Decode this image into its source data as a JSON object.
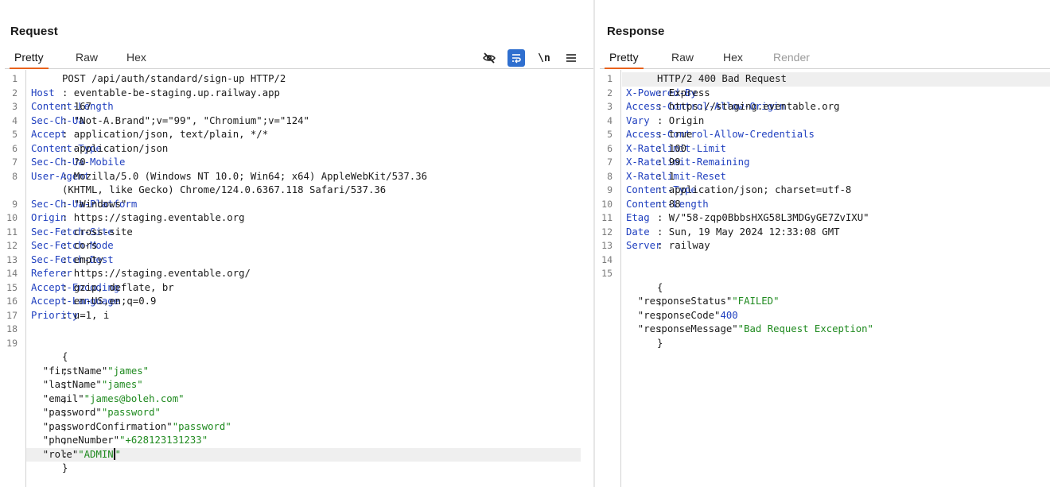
{
  "request": {
    "title": "Request",
    "tabs": [
      "Pretty",
      "Raw",
      "Hex"
    ],
    "active_tab": "Pretty",
    "toolbar_icons": [
      "hide-whitespace-icon",
      "wrap-lines-icon",
      "newline-icon",
      "menu-icon"
    ],
    "newline_label": "\\n",
    "lines": [
      {
        "n": "1",
        "parts": [
          {
            "t": "POST /api/auth/standard/sign-up HTTP/2",
            "c": "txt"
          }
        ]
      },
      {
        "n": "2",
        "parts": [
          {
            "t": "Host",
            "c": "hk"
          },
          {
            "t": ": eventable-be-staging.up.railway.app",
            "c": "txt"
          }
        ]
      },
      {
        "n": "3",
        "parts": [
          {
            "t": "Content-Length",
            "c": "hk"
          },
          {
            "t": ": 167",
            "c": "txt"
          }
        ]
      },
      {
        "n": "4",
        "parts": [
          {
            "t": "Sec-Ch-Ua",
            "c": "hk"
          },
          {
            "t": ": \"Not-A.Brand\";v=\"99\", \"Chromium\";v=\"124\"",
            "c": "txt"
          }
        ]
      },
      {
        "n": "5",
        "parts": [
          {
            "t": "Accept",
            "c": "hk"
          },
          {
            "t": ": application/json, text/plain, */*",
            "c": "txt"
          }
        ]
      },
      {
        "n": "6",
        "parts": [
          {
            "t": "Content-Type",
            "c": "hk"
          },
          {
            "t": ": application/json",
            "c": "txt"
          }
        ]
      },
      {
        "n": "7",
        "parts": [
          {
            "t": "Sec-Ch-Ua-Mobile",
            "c": "hk"
          },
          {
            "t": ": ?0",
            "c": "txt"
          }
        ]
      },
      {
        "n": "8",
        "parts": [
          {
            "t": "User-Agent",
            "c": "hk"
          },
          {
            "t": ": Mozilla/5.0 (Windows NT 10.0; Win64; x64) AppleWebKit/537.36",
            "c": "txt"
          }
        ]
      },
      {
        "n": "",
        "parts": [
          {
            "t": "(KHTML, like Gecko) Chrome/124.0.6367.118 Safari/537.36",
            "c": "txt"
          }
        ]
      },
      {
        "n": "9",
        "parts": [
          {
            "t": "Sec-Ch-Ua-Platform",
            "c": "hk"
          },
          {
            "t": ": \"Windows\"",
            "c": "txt"
          }
        ]
      },
      {
        "n": "10",
        "parts": [
          {
            "t": "Origin",
            "c": "hk"
          },
          {
            "t": ": https://staging.eventable.org",
            "c": "txt"
          }
        ]
      },
      {
        "n": "11",
        "parts": [
          {
            "t": "Sec-Fetch-Site",
            "c": "hk"
          },
          {
            "t": ": cross-site",
            "c": "txt"
          }
        ]
      },
      {
        "n": "12",
        "parts": [
          {
            "t": "Sec-Fetch-Mode",
            "c": "hk"
          },
          {
            "t": ": cors",
            "c": "txt"
          }
        ]
      },
      {
        "n": "13",
        "parts": [
          {
            "t": "Sec-Fetch-Dest",
            "c": "hk"
          },
          {
            "t": ": empty",
            "c": "txt"
          }
        ]
      },
      {
        "n": "14",
        "parts": [
          {
            "t": "Referer",
            "c": "hk"
          },
          {
            "t": ": https://staging.eventable.org/",
            "c": "txt"
          }
        ]
      },
      {
        "n": "15",
        "parts": [
          {
            "t": "Accept-Encoding",
            "c": "hk"
          },
          {
            "t": ": gzip, deflate, br",
            "c": "txt"
          }
        ]
      },
      {
        "n": "16",
        "parts": [
          {
            "t": "Accept-Language",
            "c": "hk"
          },
          {
            "t": ": en-US,en;q=0.9",
            "c": "txt"
          }
        ]
      },
      {
        "n": "17",
        "parts": [
          {
            "t": "Priority",
            "c": "hk"
          },
          {
            "t": ": u=1, i",
            "c": "txt"
          }
        ]
      },
      {
        "n": "18",
        "parts": []
      },
      {
        "n": "19",
        "parts": []
      },
      {
        "n": "",
        "parts": [
          {
            "t": "{",
            "c": "txt"
          }
        ]
      },
      {
        "n": "",
        "parts": [
          {
            "t": "  \"firstName\"",
            "c": "jk"
          },
          {
            "t": ":",
            "c": "txt"
          },
          {
            "t": "\"james\"",
            "c": "js"
          },
          {
            "t": ",",
            "c": "txt"
          }
        ]
      },
      {
        "n": "",
        "parts": [
          {
            "t": "  \"lastName\"",
            "c": "jk"
          },
          {
            "t": ":",
            "c": "txt"
          },
          {
            "t": "\"james\"",
            "c": "js"
          },
          {
            "t": ",",
            "c": "txt"
          }
        ]
      },
      {
        "n": "",
        "parts": [
          {
            "t": "  \"email\"",
            "c": "jk"
          },
          {
            "t": ":",
            "c": "txt"
          },
          {
            "t": "\"james@boleh.com\"",
            "c": "js"
          },
          {
            "t": ",",
            "c": "txt"
          }
        ]
      },
      {
        "n": "",
        "parts": [
          {
            "t": "  \"password\"",
            "c": "jk"
          },
          {
            "t": ":",
            "c": "txt"
          },
          {
            "t": "\"password\"",
            "c": "js"
          },
          {
            "t": ",",
            "c": "txt"
          }
        ]
      },
      {
        "n": "",
        "parts": [
          {
            "t": "  \"passwordConfirmation\"",
            "c": "jk"
          },
          {
            "t": ":",
            "c": "txt"
          },
          {
            "t": "\"password\"",
            "c": "js"
          },
          {
            "t": ",",
            "c": "txt"
          }
        ]
      },
      {
        "n": "",
        "parts": [
          {
            "t": "  \"phoneNumber\"",
            "c": "jk"
          },
          {
            "t": ":",
            "c": "txt"
          },
          {
            "t": "\"+628123131233\"",
            "c": "js"
          },
          {
            "t": ",",
            "c": "txt"
          }
        ]
      },
      {
        "n": "",
        "current": true,
        "parts": [
          {
            "t": "  \"role\"",
            "c": "jk"
          },
          {
            "t": ":",
            "c": "txt"
          },
          {
            "t": "\"ADMIN",
            "c": "js"
          },
          {
            "t": "|caret|",
            "c": "caret"
          },
          {
            "t": "\"",
            "c": "js"
          }
        ]
      },
      {
        "n": "",
        "parts": [
          {
            "t": "}",
            "c": "txt"
          }
        ]
      }
    ]
  },
  "response": {
    "title": "Response",
    "tabs": [
      "Pretty",
      "Raw",
      "Hex",
      "Render"
    ],
    "active_tab": "Pretty",
    "disabled_tabs": [
      "Render"
    ],
    "lines": [
      {
        "n": "1",
        "current": true,
        "parts": [
          {
            "t": "HTTP/2 400 Bad Request",
            "c": "txt"
          }
        ]
      },
      {
        "n": "2",
        "parts": [
          {
            "t": "X-Powered-By",
            "c": "hk"
          },
          {
            "t": ": Express",
            "c": "txt"
          }
        ]
      },
      {
        "n": "3",
        "parts": [
          {
            "t": "Access-Control-Allow-Origin",
            "c": "hk"
          },
          {
            "t": ": https://staging.eventable.org",
            "c": "txt"
          }
        ]
      },
      {
        "n": "4",
        "parts": [
          {
            "t": "Vary",
            "c": "hk"
          },
          {
            "t": ": Origin",
            "c": "txt"
          }
        ]
      },
      {
        "n": "5",
        "parts": [
          {
            "t": "Access-Control-Allow-Credentials",
            "c": "hk"
          },
          {
            "t": ": true",
            "c": "txt"
          }
        ]
      },
      {
        "n": "6",
        "parts": [
          {
            "t": "X-Ratelimit-Limit",
            "c": "hk"
          },
          {
            "t": ": 100",
            "c": "txt"
          }
        ]
      },
      {
        "n": "7",
        "parts": [
          {
            "t": "X-Ratelimit-Remaining",
            "c": "hk"
          },
          {
            "t": ": 99",
            "c": "txt"
          }
        ]
      },
      {
        "n": "8",
        "parts": [
          {
            "t": "X-Ratelimit-Reset",
            "c": "hk"
          },
          {
            "t": ": 1",
            "c": "txt"
          }
        ]
      },
      {
        "n": "9",
        "parts": [
          {
            "t": "Content-Type",
            "c": "hk"
          },
          {
            "t": ": application/json; charset=utf-8",
            "c": "txt"
          }
        ]
      },
      {
        "n": "10",
        "parts": [
          {
            "t": "Content-Length",
            "c": "hk"
          },
          {
            "t": ": 88",
            "c": "txt"
          }
        ]
      },
      {
        "n": "11",
        "parts": [
          {
            "t": "Etag",
            "c": "hk"
          },
          {
            "t": ": W/\"58-zqp0BbbsHXG58L3MDGyGE7ZvIXU\"",
            "c": "txt"
          }
        ]
      },
      {
        "n": "12",
        "parts": [
          {
            "t": "Date",
            "c": "hk"
          },
          {
            "t": ": Sun, 19 May 2024 12:33:08 GMT",
            "c": "txt"
          }
        ]
      },
      {
        "n": "13",
        "parts": [
          {
            "t": "Server",
            "c": "hk"
          },
          {
            "t": ": railway",
            "c": "txt"
          }
        ]
      },
      {
        "n": "14",
        "parts": []
      },
      {
        "n": "15",
        "parts": []
      },
      {
        "n": "",
        "parts": [
          {
            "t": "{",
            "c": "txt"
          }
        ]
      },
      {
        "n": "",
        "parts": [
          {
            "t": "  \"responseStatus\"",
            "c": "jk"
          },
          {
            "t": ":",
            "c": "txt"
          },
          {
            "t": "\"FAILED\"",
            "c": "js"
          },
          {
            "t": ",",
            "c": "txt"
          }
        ]
      },
      {
        "n": "",
        "parts": [
          {
            "t": "  \"responseCode\"",
            "c": "jk"
          },
          {
            "t": ":",
            "c": "txt"
          },
          {
            "t": "400",
            "c": "jn"
          },
          {
            "t": ",",
            "c": "txt"
          }
        ]
      },
      {
        "n": "",
        "parts": [
          {
            "t": "  \"responseMessage\"",
            "c": "jk"
          },
          {
            "t": ":",
            "c": "txt"
          },
          {
            "t": "\"Bad Request Exception\"",
            "c": "js"
          }
        ]
      },
      {
        "n": "",
        "parts": [
          {
            "t": "}",
            "c": "txt"
          }
        ]
      }
    ]
  },
  "colors": {
    "header_key": "#1f3fbf",
    "json_string": "#1f8a1f",
    "tab_underline": "#e8621c",
    "wrap_button": "#2f6fcf"
  }
}
